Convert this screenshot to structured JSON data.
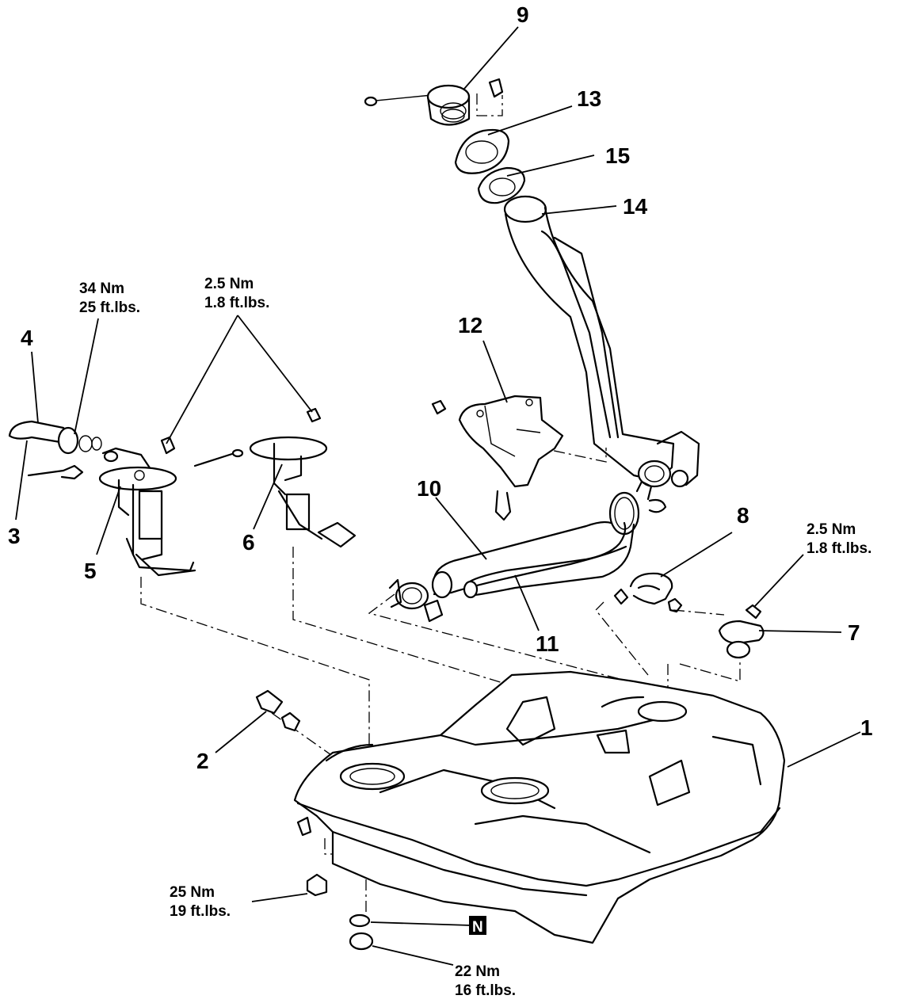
{
  "callouts": {
    "c1": "1",
    "c2": "2",
    "c3": "3",
    "c4": "4",
    "c5": "5",
    "c6": "6",
    "c7": "7",
    "c8": "8",
    "c9": "9",
    "c10": "10",
    "c11": "11",
    "c12": "12",
    "c13": "13",
    "c14": "14",
    "c15": "15"
  },
  "torque_specs": {
    "pump_nut": {
      "nm": "34 Nm",
      "ftlbs": "25 ft.lbs."
    },
    "sender_screws": {
      "nm": "2.5 Nm",
      "ftlbs": "1.8 ft.lbs."
    },
    "vent_valve_screw": {
      "nm": "2.5 Nm",
      "ftlbs": "1.8 ft.lbs."
    },
    "tank_strap_bolt": {
      "nm": "25 Nm",
      "ftlbs": "19 ft.lbs."
    },
    "tank_nut": {
      "nm": "22 Nm",
      "ftlbs": "16 ft.lbs."
    }
  },
  "symbols": {
    "new_part_marker": "N"
  }
}
